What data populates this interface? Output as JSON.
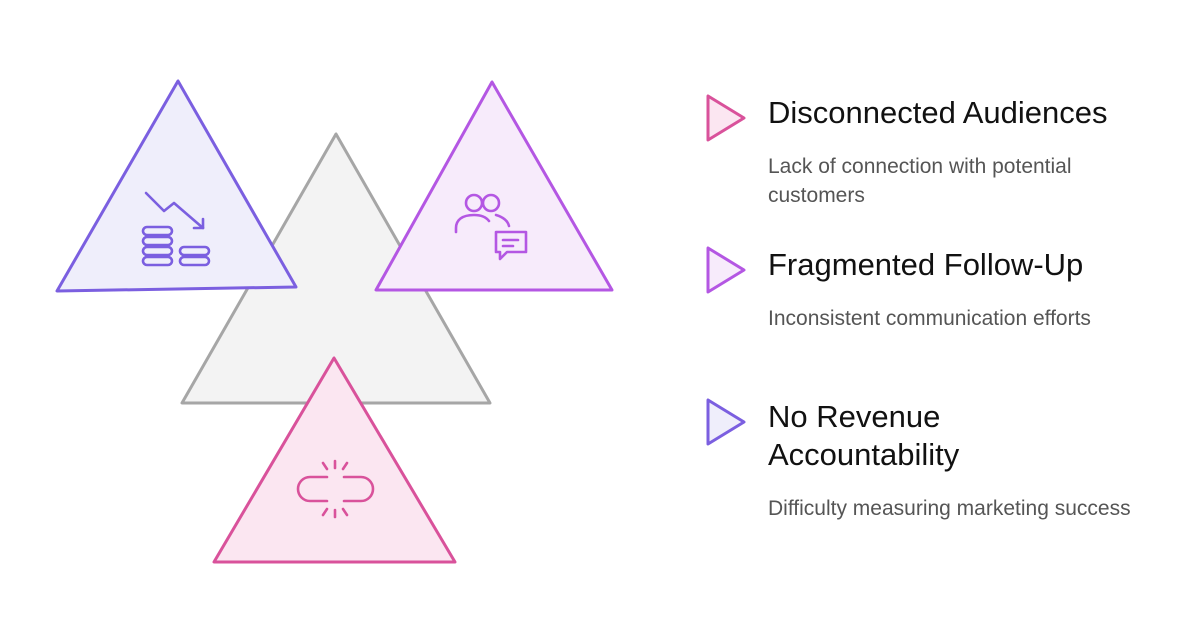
{
  "colors": {
    "purple": "#7b5fe0",
    "violet": "#b457e3",
    "magenta": "#d9529b",
    "gray": "#a6a6a6",
    "purple_fill": "#efeefb",
    "violet_fill": "#f7ebfb",
    "magenta_fill": "#fbe6f1",
    "gray_fill": "#f3f3f3"
  },
  "triangles": {
    "left_icon": "declining-revenue-coins-icon",
    "right_icon": "users-chat-icon",
    "bottom_icon": "broken-link-icon"
  },
  "items": [
    {
      "title": "Disconnected Audiences",
      "description": "Lack of connection with potential customers",
      "color": "#d9529b"
    },
    {
      "title": "Fragmented Follow-Up",
      "description": "Inconsistent communication efforts",
      "color": "#b457e3"
    },
    {
      "title": "No Revenue Accountability",
      "description": "Difficulty measuring marketing success",
      "color": "#7b5fe0"
    }
  ]
}
